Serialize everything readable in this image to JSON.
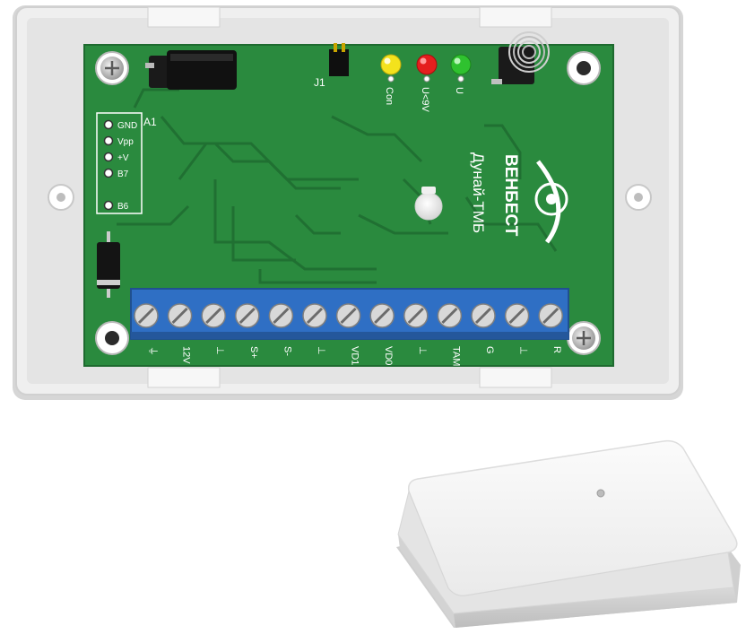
{
  "board": {
    "brand": "ВЕНБЕСТ",
    "model": "Дунай-ТМБ",
    "jumper_label": "J1",
    "connector_label": "A1",
    "led_labels": [
      "Con",
      "U<9V",
      "U"
    ],
    "header_pins": [
      "GND",
      "Vpp",
      "+V",
      "B7",
      "B6"
    ],
    "terminal_labels": [
      "⏚",
      "12V",
      "⊥",
      "S+",
      "S-",
      "⊥",
      "VD1",
      "VD0",
      "⊥",
      "TAM",
      "G",
      "⊥",
      "R"
    ]
  },
  "colors": {
    "pcb": "#2a8a3e",
    "terminal_block": "#2f6fc4",
    "housing": "#f1f1f1",
    "led_yellow": "#f3e21c",
    "led_red": "#e51e1e",
    "led_green": "#2fc22f"
  }
}
